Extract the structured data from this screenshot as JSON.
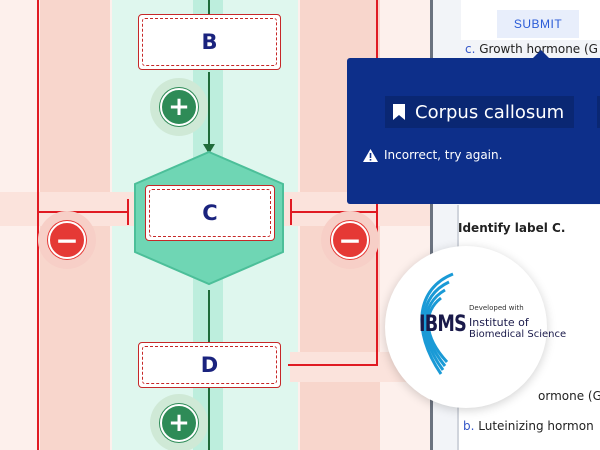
{
  "diagram": {
    "nodes": [
      {
        "id": "B",
        "label": "B"
      },
      {
        "id": "C",
        "label": "C"
      },
      {
        "id": "D",
        "label": "D"
      }
    ],
    "plus_symbol": "+",
    "minus_symbol": "−",
    "colors": {
      "inhibit": "#e01a22",
      "stimulate": "#2e8b57",
      "node_text": "#1a237e",
      "hexagon": "#6fd6b4"
    }
  },
  "quiz": {
    "submit_label": "SUBMIT",
    "top_option": {
      "letter": "c.",
      "text": "Growth hormone (G"
    },
    "question": "Identify label C.",
    "partial_option": "ormone (G",
    "bottom_option": {
      "letter": "b.",
      "text": "Luteinizing hormon"
    }
  },
  "feedback": {
    "answer": "Corpus callosum",
    "message": "Incorrect, try again.",
    "bookmark_icon": "bookmark-icon",
    "warning_icon": "warning-icon"
  },
  "logo": {
    "tagline": "Developed with",
    "acronym": "IBMS",
    "line1": "Institute of",
    "line2": "Biomedical Science"
  }
}
